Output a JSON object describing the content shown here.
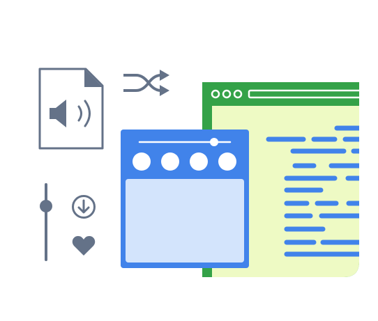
{
  "colors": {
    "icon_gray": "#647288",
    "player_blue": "#4183ea",
    "player_panel": "#d3e4fc",
    "browser_green": "#34a248",
    "browser_page": "#eefac4",
    "code_blue": "#4183ea",
    "white": "#ffffff"
  },
  "icons": {
    "audio_file": "audio-file-icon",
    "shuffle": "shuffle-icon",
    "volume_slider": "volume-slider-icon",
    "download": "download-circle-icon",
    "favorite": "heart-icon"
  },
  "music_player": {
    "progress": 0.85,
    "control_buttons": 4
  },
  "browser_window": {
    "window_controls": 3,
    "code_lines": 12
  },
  "volume_level": 0.3
}
